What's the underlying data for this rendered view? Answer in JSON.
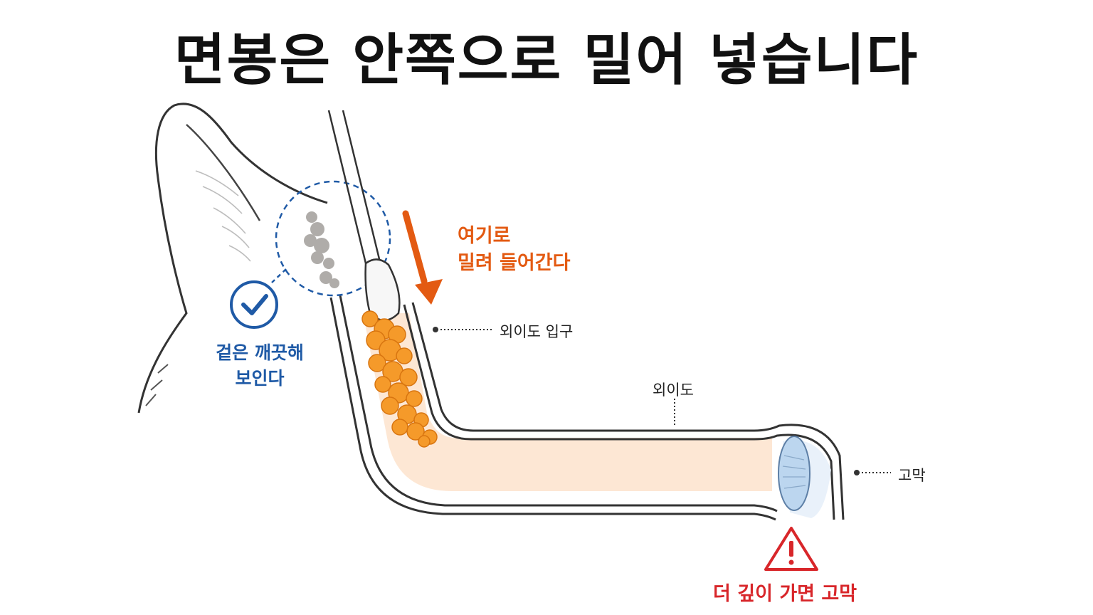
{
  "title": "면봉은 안쪽으로 밀어 넣습니다",
  "labels": {
    "canal_entrance": "외이도 입구",
    "canal": "외이도",
    "eardrum": "고막"
  },
  "annotations": {
    "push_line1": "여기로",
    "push_line2": "밀려 들어간다",
    "clean_line1": "겉은 깨끗해",
    "clean_line2": "보인다",
    "warning": "더 깊이 가면 고막"
  },
  "icons": {
    "check": "check-circle-icon",
    "warning": "warning-triangle-icon",
    "arrow": "arrow-down-icon"
  },
  "colors": {
    "title": "#111111",
    "orange": "#e35a12",
    "wax": "#f59a2a",
    "blue": "#1f5aa6",
    "red": "#d8262a",
    "canal_tint": "#fde3cc",
    "eardrum": "#bcd6ef"
  }
}
